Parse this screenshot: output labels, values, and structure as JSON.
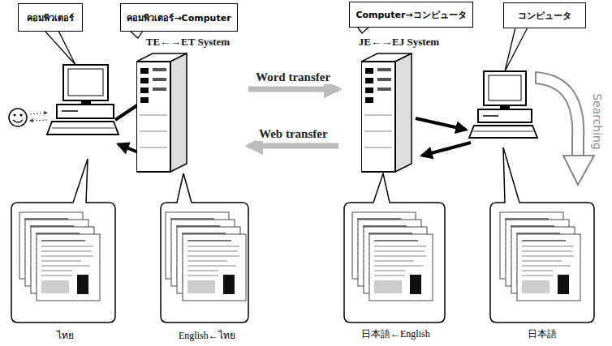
{
  "diagram": {
    "nodes": [
      {
        "text": [
          "คอมพิวเตอร์"
        ]
      },
      {
        "text": [
          "คอมพิวเตอร์→Computer"
        ]
      },
      {
        "text": [
          "Computer→コンピュータ"
        ]
      },
      {
        "text": [
          "コンピュータ"
        ]
      },
      {
        "text": [
          "TE←→ET System"
        ]
      },
      {
        "text": [
          "JE←→EJ System"
        ]
      }
    ],
    "edges": [
      {
        "from": 4,
        "to": 5,
        "arrow": "to",
        "label": "Word transfer"
      },
      {
        "from": 5,
        "to": 4,
        "arrow": "to",
        "label": "Web transfer"
      }
    ],
    "labels": [
      "ไทย",
      "English←ไทย",
      "日本語←English",
      "日本語",
      "Searching"
    ]
  }
}
